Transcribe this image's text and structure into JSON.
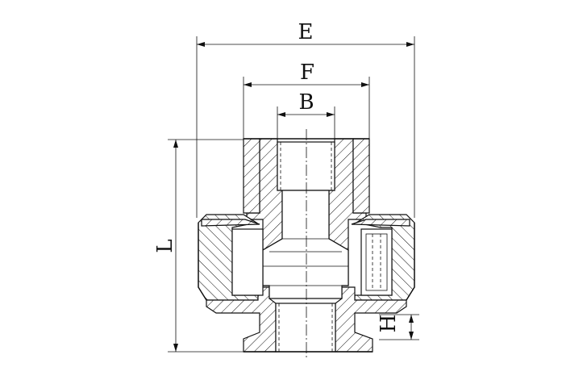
{
  "dimensions": {
    "E": "E",
    "F": "F",
    "B": "B",
    "L": "L",
    "H": "H"
  }
}
